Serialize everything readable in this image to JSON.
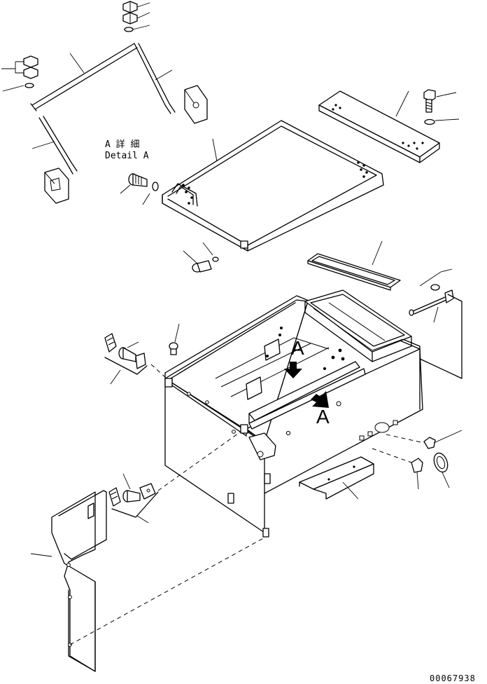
{
  "detail_label_jp": "A 詳 細",
  "detail_label_en": "Detail A",
  "view_marker_1": "A",
  "view_marker_2": "A",
  "drawing_number": "00067938"
}
